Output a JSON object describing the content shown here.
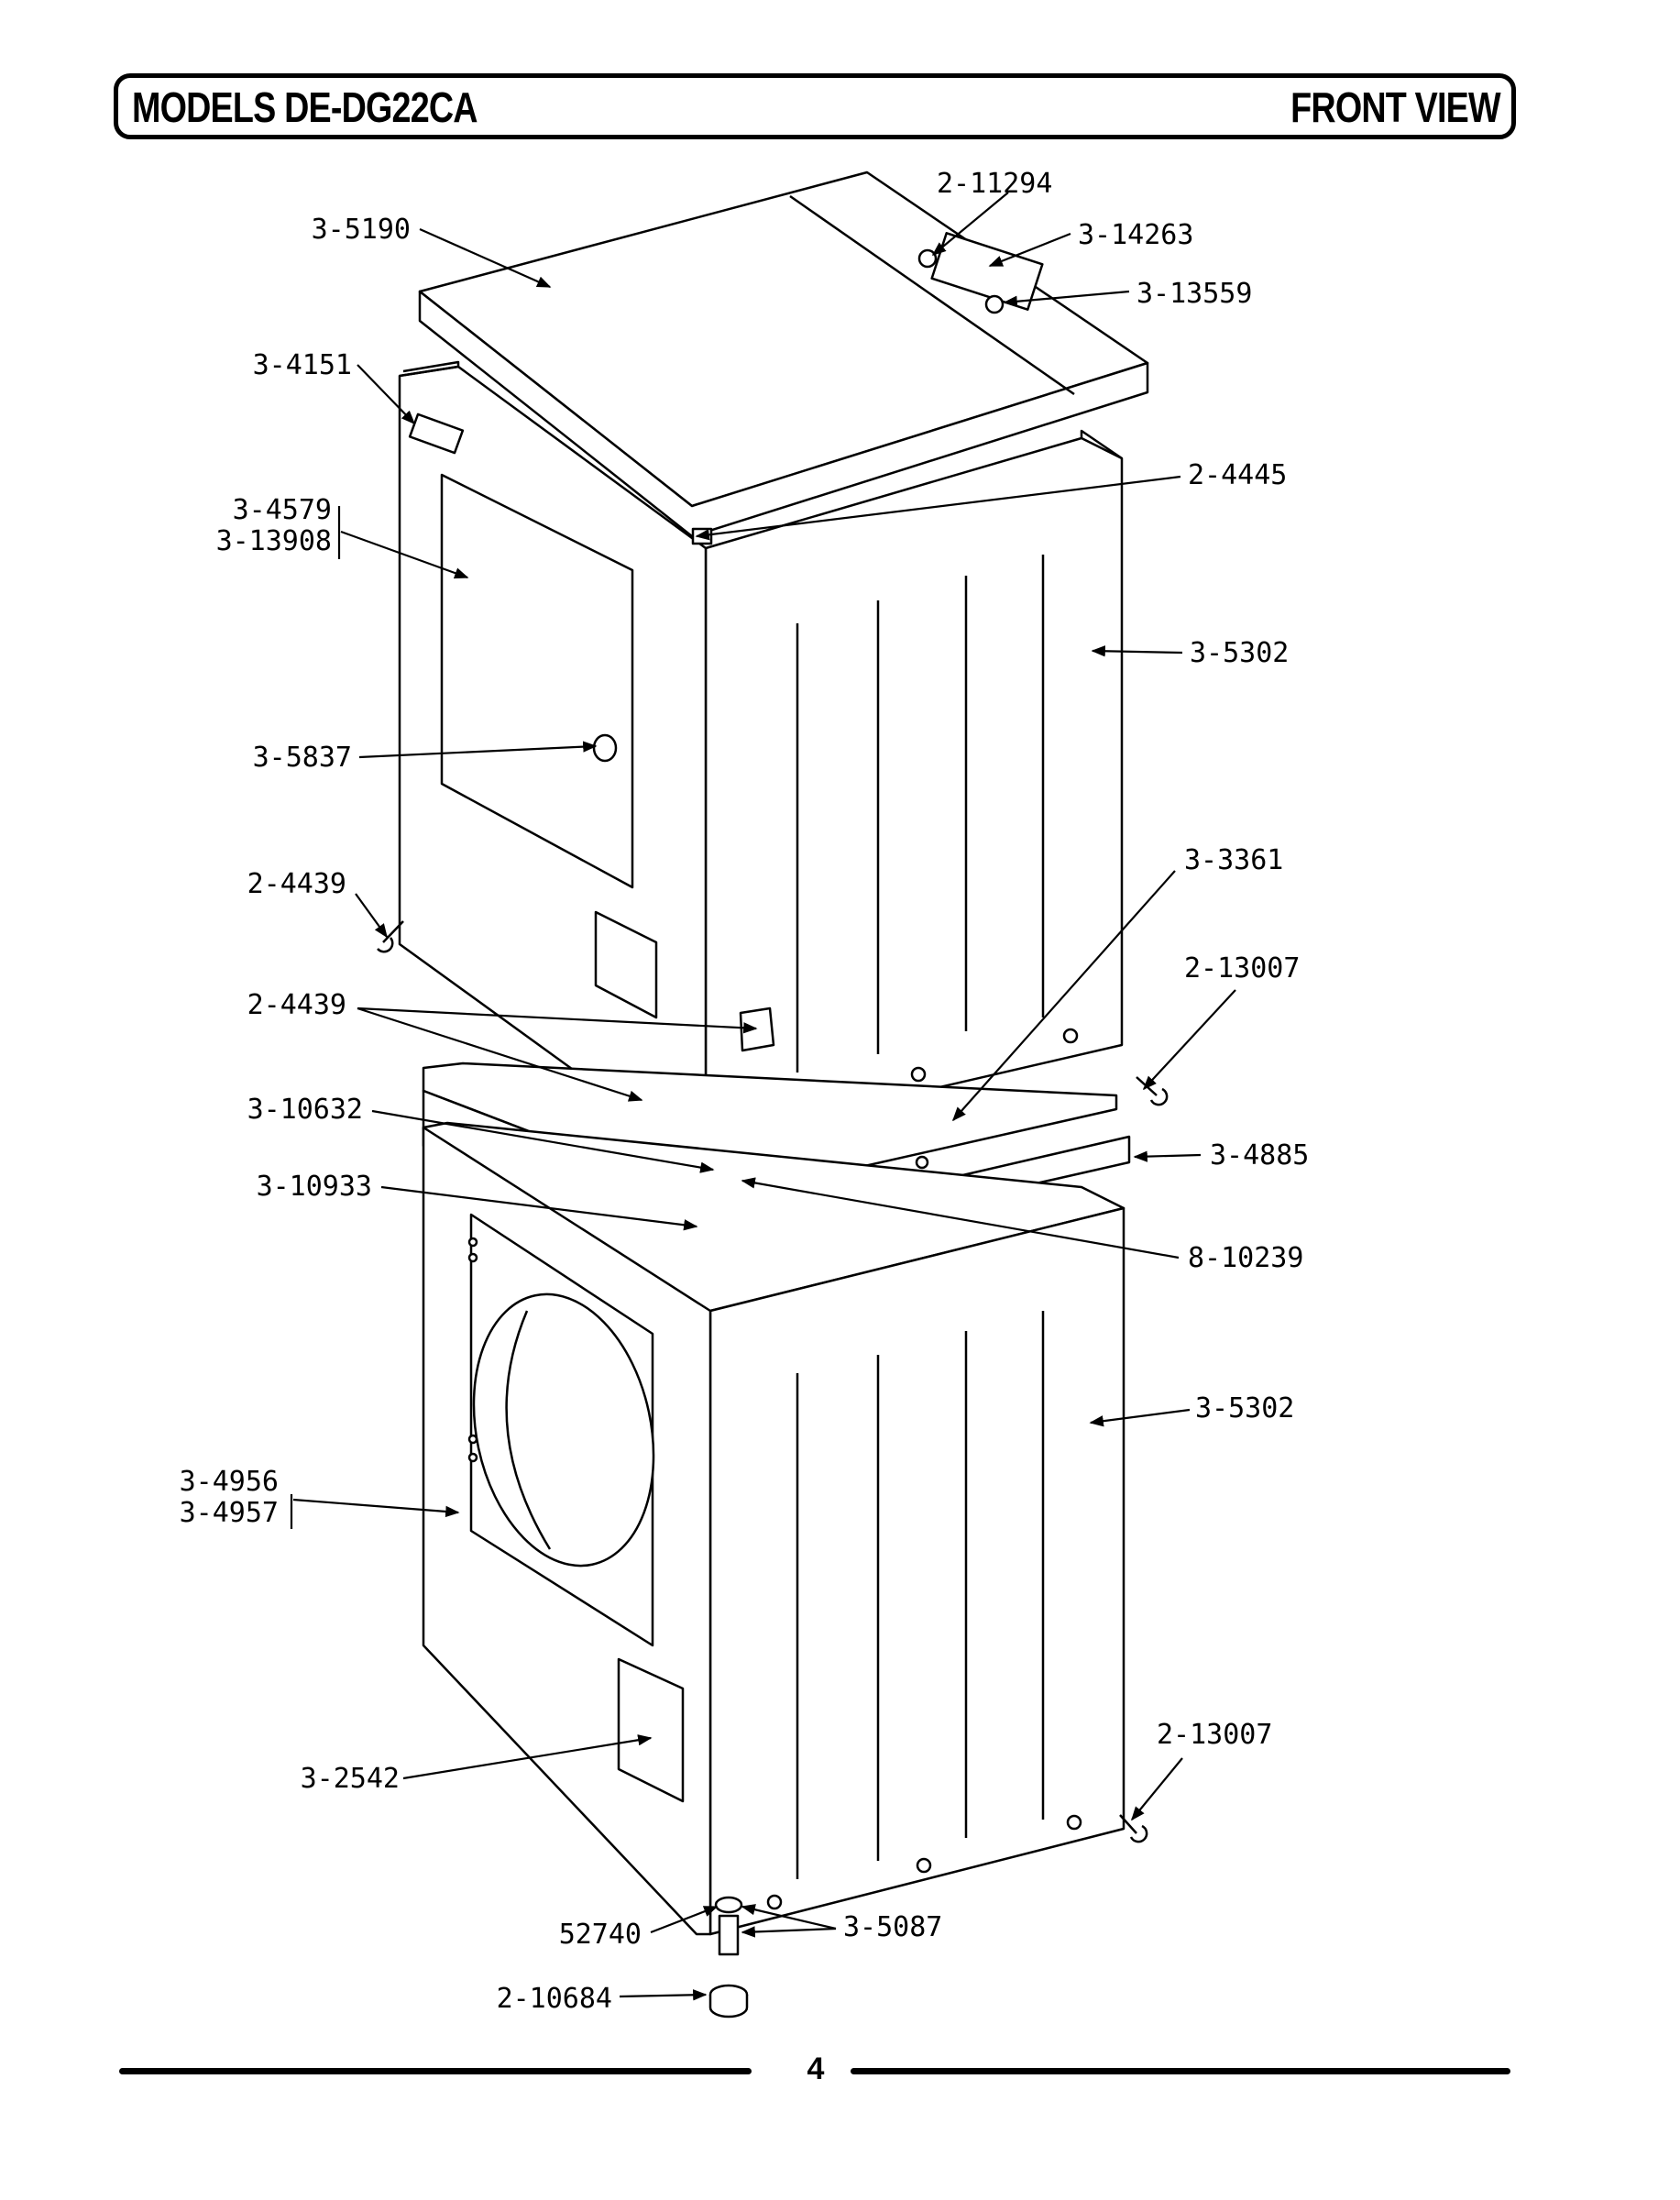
{
  "header": {
    "title": "MODELS DE-DG22CA",
    "view": "FRONT VIEW"
  },
  "callouts": {
    "top_panel": "3-5190",
    "top_screw": "2-11294",
    "top_cover_plate": "3-14263",
    "top_plate_screw": "3-13559",
    "upper_label": "3-4151",
    "upper_door_a": "3-4579",
    "upper_door_b": "3-13908",
    "corner_clip": "2-4445",
    "upper_cabinet": "3-5302",
    "door_button": "3-5837",
    "screw_left": "2-4439",
    "screw_pair": "2-4439",
    "stack_bracket": "3-3361",
    "side_screw_upper": "2-13007",
    "gas_part_a": "3-10632",
    "stack_frame": "3-4885",
    "gas_part_b": "3-10933",
    "fitting": "8-10239",
    "lower_cabinet": "3-5302",
    "lower_door_a": "3-4956",
    "lower_door_b": "3-4957",
    "side_screw_lower": "2-13007",
    "access_panel": "3-2542",
    "leg_nut": "52740",
    "leg": "3-5087",
    "leg_cap": "2-10684"
  },
  "footer": {
    "page_number": "4"
  }
}
